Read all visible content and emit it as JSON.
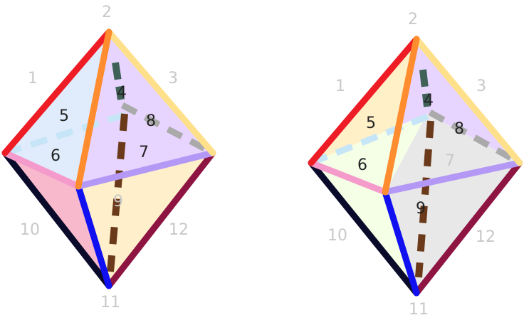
{
  "colors": {
    "edge_1": "#ee1c25",
    "edge_2": "#ff8c2e",
    "edge_3": "#ffe08a",
    "edge_4": "#3f6158",
    "edge_5": "#c6e6f7",
    "edge_6": "#f59bcb",
    "edge_7": "#b498f5",
    "edge_8": "#aaaaaa",
    "edge_9": "#6b3a1a",
    "edge_10": "#0a0a2a",
    "edge_11": "#1010f0",
    "edge_12": "#8e1442",
    "label_dark": "#222222",
    "label_light": "#c8c8c8"
  },
  "figures": [
    {
      "faces": {
        "upper_left": "#e0ebfb",
        "upper_right": "#e8d5ff",
        "lower_left": "#f9b9cd",
        "lower_right": "#fff0cb"
      },
      "labels": {
        "l1": "1",
        "l2": "2",
        "l3": "3",
        "l4": "4",
        "l5": "5",
        "l6": "6",
        "l7": "7",
        "l8": "8",
        "l9": "9",
        "l10": "10",
        "l11": "11",
        "l12": "12"
      }
    },
    {
      "faces": {
        "upper_left": "#fff0c8",
        "upper_right": "#e8d5ff",
        "lower_left": "#f4ffe6",
        "lower_right": "#e8e8e8"
      },
      "labels": {
        "l1": "1",
        "l2": "2",
        "l3": "3",
        "l4": "4",
        "l5": "5",
        "l6": "6",
        "l7": "7",
        "l8": "8",
        "l9": "9",
        "l10": "10",
        "l11": "11",
        "l12": "12"
      }
    }
  ]
}
